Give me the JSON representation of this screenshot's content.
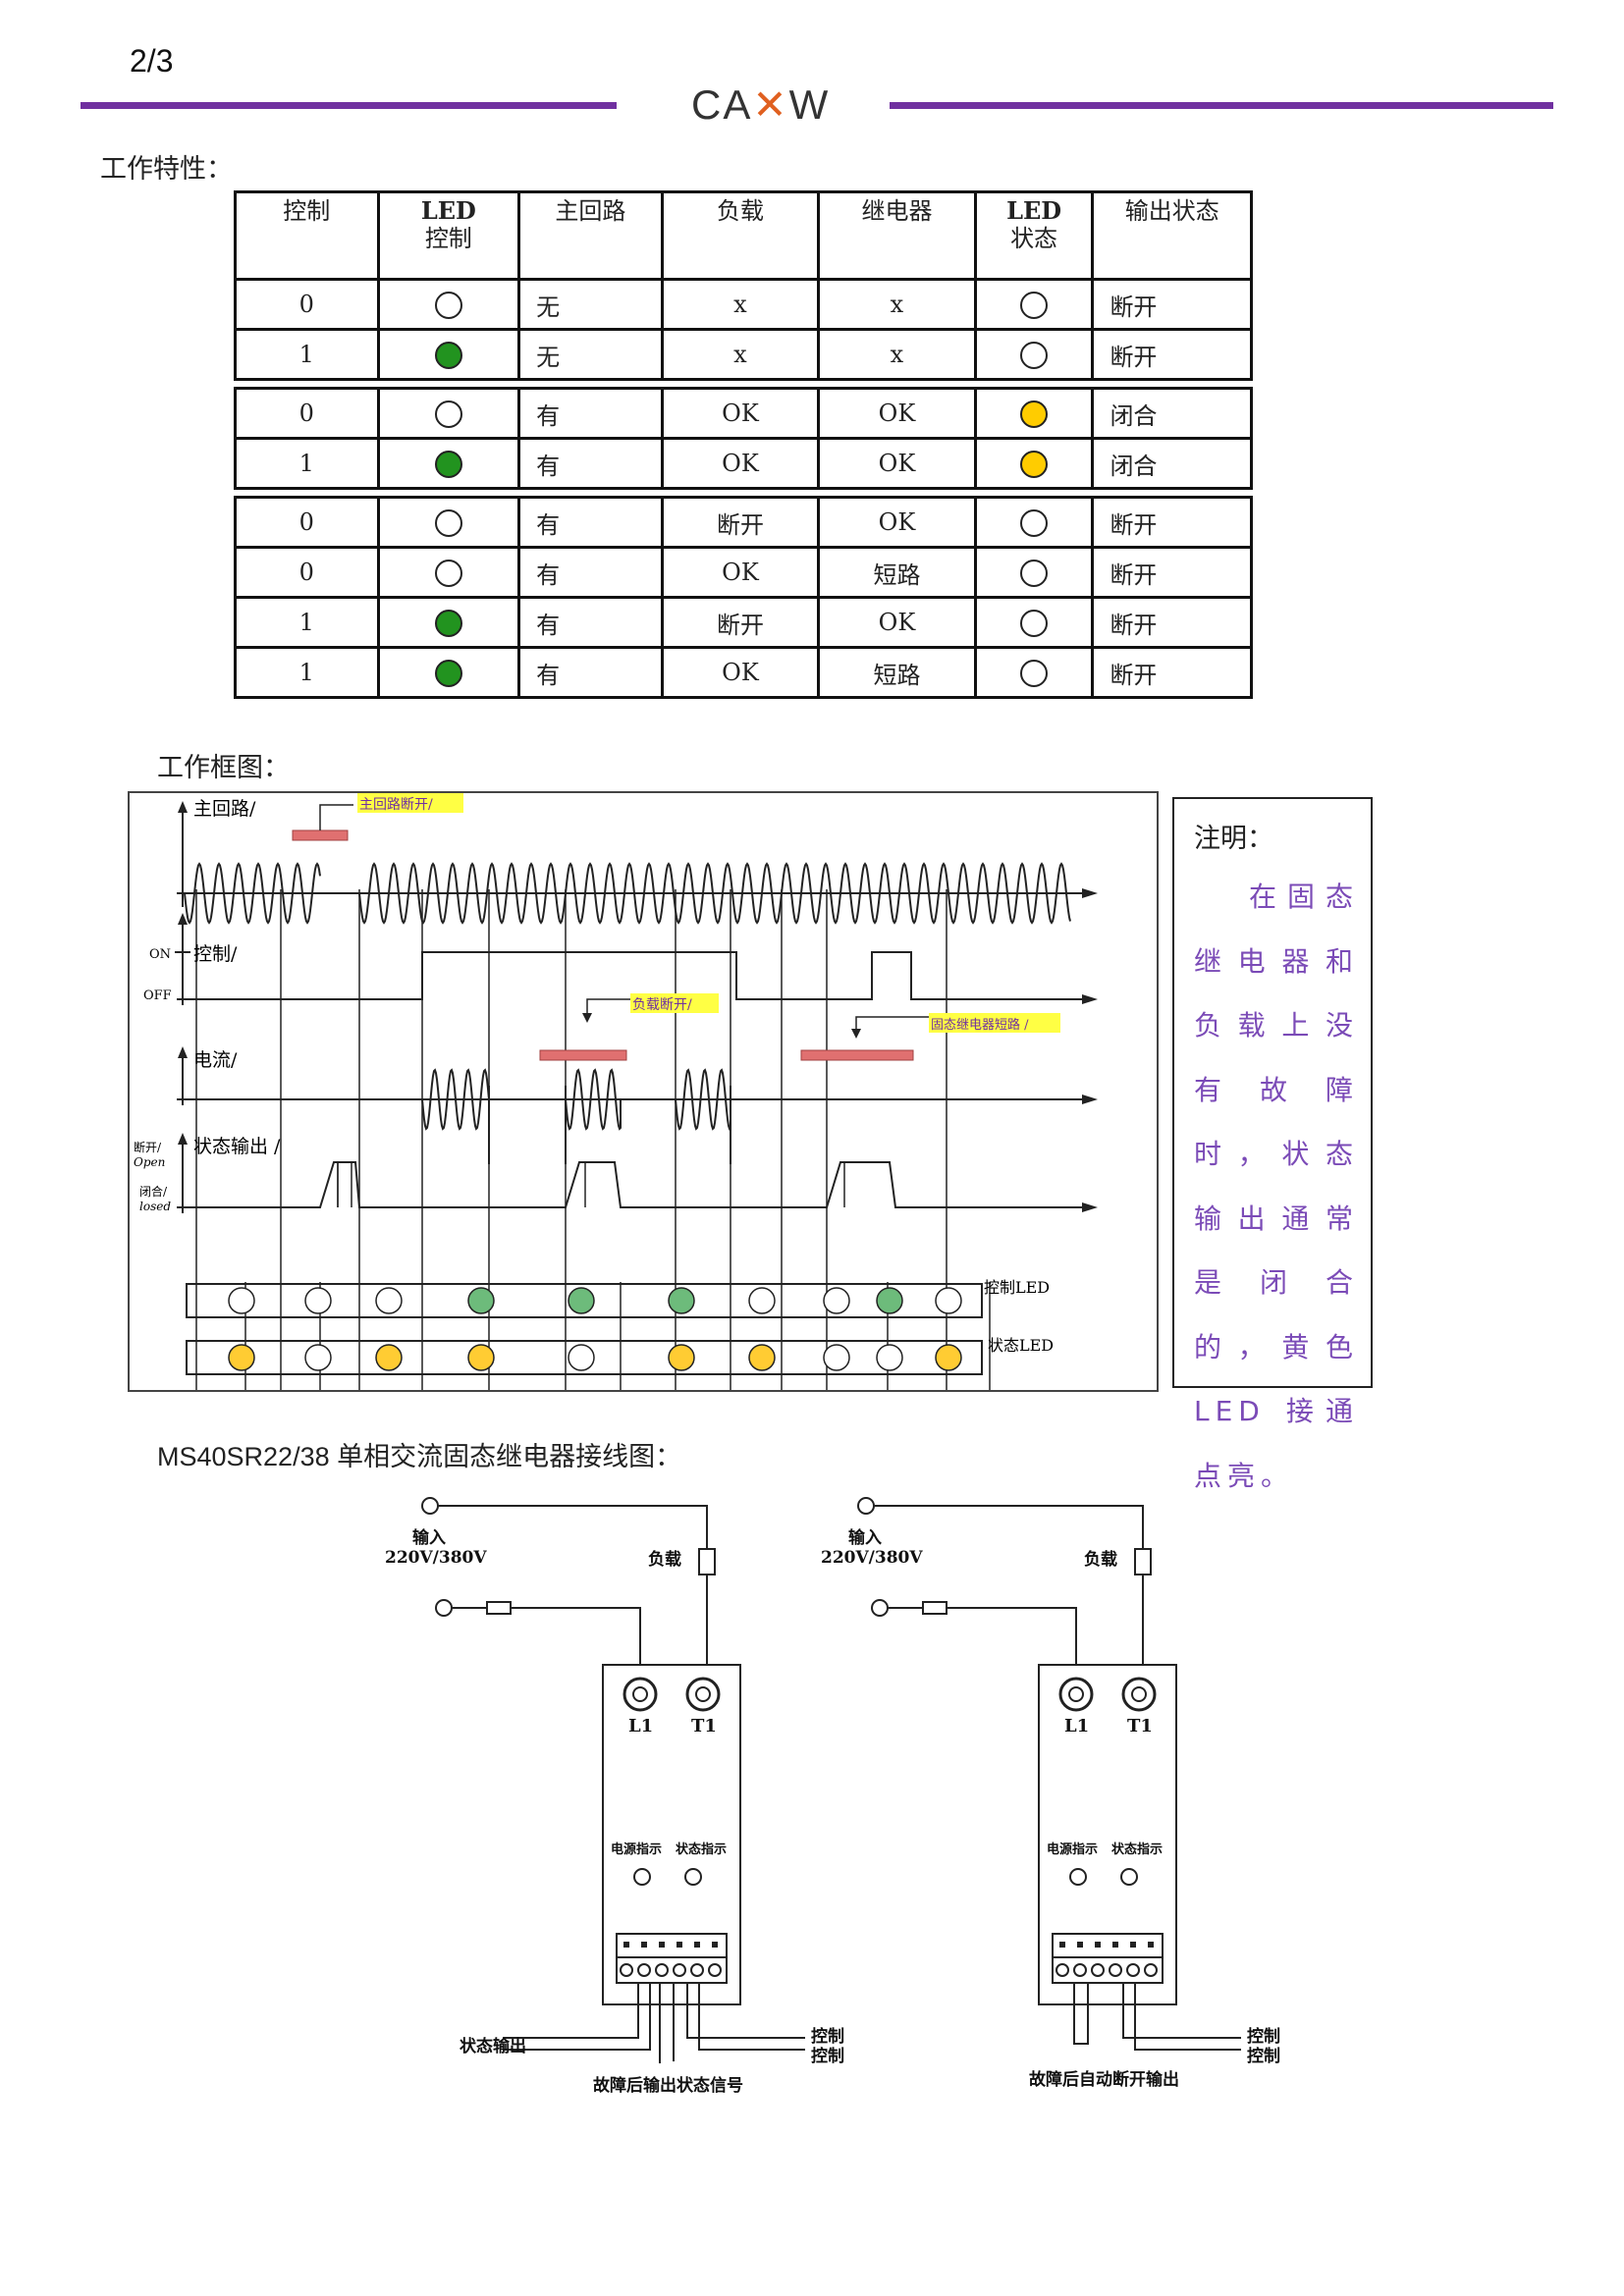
{
  "header": {
    "page": "2/3",
    "logo_left": "CA",
    "logo_mid": "✕",
    "logo_right": "W",
    "bar_color": "#7030a0"
  },
  "spec": {
    "title": "工作特性：",
    "headers": [
      {
        "l1": "控制",
        "l2": ""
      },
      {
        "l1": "LED",
        "l2": "控制"
      },
      {
        "l1": "主回路",
        "l2": ""
      },
      {
        "l1": "负载",
        "l2": ""
      },
      {
        "l1": "继电器",
        "l2": ""
      },
      {
        "l1": "LED",
        "l2": "状态"
      },
      {
        "l1": "输出状态",
        "l2": ""
      }
    ],
    "groups": [
      [
        {
          "ctrl": "0",
          "led": "white",
          "main": "无",
          "load": "x",
          "relay": "x",
          "state_led": "white",
          "out": "断开",
          "load_p": false,
          "out_p": false
        },
        {
          "ctrl": "1",
          "led": "green",
          "main": "无",
          "load": "x",
          "relay": "x",
          "state_led": "white",
          "out": "断开",
          "load_p": false,
          "out_p": false
        }
      ],
      [
        {
          "ctrl": "0",
          "led": "white",
          "main": "有",
          "load": "OK",
          "relay": "OK",
          "state_led": "yellow",
          "out": "闭合",
          "load_p": false,
          "out_p": false
        },
        {
          "ctrl": "1",
          "led": "green",
          "main": "有",
          "load": "OK",
          "relay": "OK",
          "state_led": "yellow",
          "out": "闭合",
          "load_p": false,
          "out_p": false
        }
      ],
      [
        {
          "ctrl": "0",
          "led": "white",
          "main": "有",
          "load": "断开",
          "relay": "OK",
          "state_led": "white",
          "out": "断开",
          "load_p": true,
          "out_p": false
        },
        {
          "ctrl": "0",
          "led": "white",
          "main": "有",
          "load": "OK",
          "relay": "短路",
          "state_led": "white",
          "out": "断开",
          "load_p": false,
          "out_p": true
        },
        {
          "ctrl": "1",
          "led": "green",
          "main": "有",
          "load": "断开",
          "relay": "OK",
          "state_led": "white",
          "out": "断开",
          "load_p": true,
          "out_p": false
        },
        {
          "ctrl": "1",
          "led": "green",
          "main": "有",
          "load": "OK",
          "relay": "短路",
          "state_led": "white",
          "out": "断开",
          "load_p": false,
          "out_p": true
        }
      ]
    ]
  },
  "diagram": {
    "title": "工作框图：",
    "labels": {
      "main": "主回路/",
      "main_break": "主回路断开/",
      "on": "ON",
      "off": "OFF",
      "ctrl": "控制/",
      "load_break": "负载断开/",
      "current": "电流/",
      "relay_short": "固态继电器短路 /",
      "open_cn": "断开/",
      "open_en": "Open",
      "closed_cn": "闭合/",
      "closed_en": "losed",
      "status_out": "状态输出 /",
      "ctrl_led": "控制LED",
      "state_led": "状态LED"
    },
    "ctrl_leds": [
      "white",
      "white",
      "white",
      "green",
      "green",
      "green",
      "white",
      "white",
      "green",
      "white"
    ],
    "state_leds": [
      "yellow",
      "white",
      "yellow",
      "yellow",
      "white",
      "yellow",
      "yellow",
      "white",
      "white",
      "yellow"
    ]
  },
  "note": {
    "title": "注明：",
    "body": "在固态继电器和负载上没有故障时，状态输出通常是闭合的，黄色 LED 接通点亮。"
  },
  "wiring": {
    "title": "MS40SR22/38 单相交流固态继电器接线图：",
    "left": {
      "input": "输入",
      "voltage": "220V/380V",
      "load": "负载",
      "l1": "L1",
      "t1": "T1",
      "power_ind": "电源指示",
      "status_ind": "状态指示",
      "status_out": "状态输出",
      "ctrl1": "控制",
      "ctrl2": "控制",
      "caption": "故障后输出状态信号"
    },
    "right": {
      "input": "输入",
      "voltage": "220V/380V",
      "load": "负载",
      "l1": "L1",
      "t1": "T1",
      "power_ind": "电源指示",
      "status_ind": "状态指示",
      "ctrl1": "控制",
      "ctrl2": "控制",
      "caption": "故障后自动断开输出"
    }
  }
}
